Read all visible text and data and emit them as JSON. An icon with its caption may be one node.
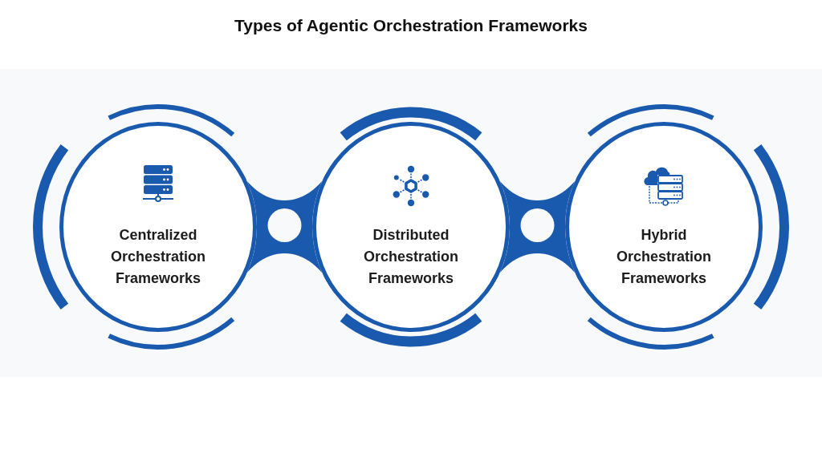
{
  "diagram": {
    "title": "Types of Agentic Orchestration Frameworks",
    "nodes": [
      {
        "text": [
          "Centralized Orchestration Frameworks"
        ]
      },
      {
        "text": [
          "Distributed Orchestration Frameworks"
        ]
      },
      {
        "text": [
          "Hybrid Orchestration Frameworks"
        ]
      }
    ],
    "edges": [
      {
        "from": 0,
        "to": 1,
        "arrow": "none"
      },
      {
        "from": 1,
        "to": 2,
        "arrow": "none"
      }
    ]
  }
}
